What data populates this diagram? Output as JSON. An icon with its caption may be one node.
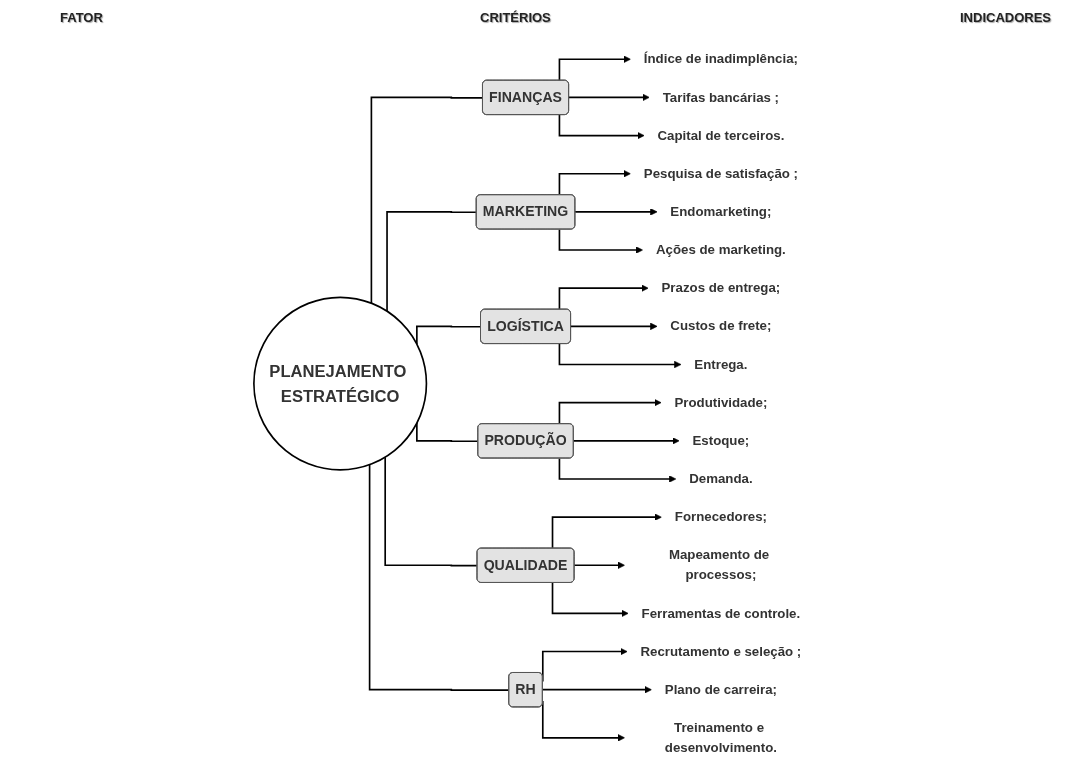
{
  "diagram": {
    "nodes": [
      {
        "text": [
          "PLANEJAMENTO ESTRATÉGICO"
        ]
      },
      {
        "text": [
          "FINANÇAS"
        ]
      },
      {
        "text": [
          "Índice de inadimplência;"
        ]
      },
      {
        "text": [
          "Tarifas bancárias ;"
        ]
      },
      {
        "text": [
          "Capital de terceiros."
        ]
      },
      {
        "text": [
          "MARKETING"
        ]
      },
      {
        "text": [
          "Pesquisa de satisfação ;"
        ]
      },
      {
        "text": [
          "Endomarketing;"
        ]
      },
      {
        "text": [
          "Ações de marketing."
        ]
      },
      {
        "text": [
          "LOGÍSTICA"
        ]
      },
      {
        "text": [
          "Prazos de entrega;"
        ]
      },
      {
        "text": [
          "Custos de frete;"
        ]
      },
      {
        "text": [
          "Entrega."
        ]
      },
      {
        "text": [
          "PRODUÇÃO"
        ]
      },
      {
        "text": [
          "Produtividade;"
        ]
      },
      {
        "text": [
          "Estoque;"
        ]
      },
      {
        "text": [
          "Demanda."
        ]
      },
      {
        "text": [
          "QUALIDADE"
        ]
      },
      {
        "text": [
          "Fornecedores;"
        ]
      },
      {
        "text": [
          "Mapeamento de processos;"
        ]
      },
      {
        "text": [
          "Ferramentas de controle."
        ]
      },
      {
        "text": [
          "RH"
        ]
      },
      {
        "text": [
          "Recrutamento e seleção ;"
        ]
      },
      {
        "text": [
          "Plano de carreira;"
        ]
      },
      {
        "text": [
          "Treinamento e desenvolvimento."
        ]
      }
    ],
    "edges": [
      {
        "from": 0,
        "to": 1,
        "arrow": "none"
      },
      {
        "from": 0,
        "to": 5,
        "arrow": "none"
      },
      {
        "from": 0,
        "to": 9,
        "arrow": "none"
      },
      {
        "from": 0,
        "to": 13,
        "arrow": "none"
      },
      {
        "from": 0,
        "to": 17,
        "arrow": "none"
      },
      {
        "from": 0,
        "to": 21,
        "arrow": "none"
      },
      {
        "from": 1,
        "to": 2,
        "arrow": "to"
      },
      {
        "from": 1,
        "to": 3,
        "arrow": "to"
      },
      {
        "from": 1,
        "to": 4,
        "arrow": "to"
      },
      {
        "from": 5,
        "to": 6,
        "arrow": "to"
      },
      {
        "from": 5,
        "to": 7,
        "arrow": "to"
      },
      {
        "from": 5,
        "to": 8,
        "arrow": "to"
      },
      {
        "from": 9,
        "to": 10,
        "arrow": "to"
      },
      {
        "from": 9,
        "to": 11,
        "arrow": "to"
      },
      {
        "from": 9,
        "to": 12,
        "arrow": "to"
      },
      {
        "from": 13,
        "to": 14,
        "arrow": "to"
      },
      {
        "from": 13,
        "to": 15,
        "arrow": "to"
      },
      {
        "from": 13,
        "to": 16,
        "arrow": "to"
      },
      {
        "from": 17,
        "to": 18,
        "arrow": "to"
      },
      {
        "from": 17,
        "to": 19,
        "arrow": "to"
      },
      {
        "from": 17,
        "to": 20,
        "arrow": "to"
      },
      {
        "from": 21,
        "to": 22,
        "arrow": "to"
      },
      {
        "from": 21,
        "to": 23,
        "arrow": "to"
      },
      {
        "from": 21,
        "to": 24,
        "arrow": "to"
      }
    ],
    "labels": [
      "FATOR",
      "CRITÉRIOS",
      "INDICADORES"
    ]
  }
}
